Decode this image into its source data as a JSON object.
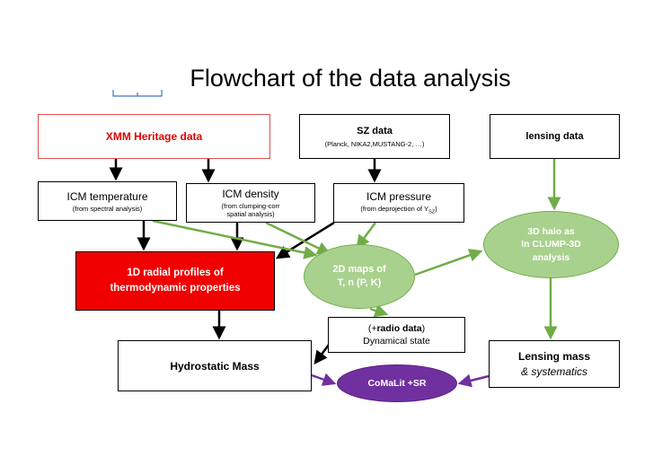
{
  "title": "Flowchart of the data analysis",
  "colors": {
    "red": "#f00000",
    "green_fill": "#a9d18e",
    "green_stroke": "#70ad47",
    "purple": "#7030a0",
    "black": "#000000"
  },
  "nodes": {
    "xmm": {
      "label": "XMM Heritage data"
    },
    "sz": {
      "label": "SZ data",
      "sub": "(Planck, NIKA2,MUSTANG-2, …)"
    },
    "lensing": {
      "label": "lensing data"
    },
    "icm_temperature": {
      "label": "ICM temperature",
      "sub": "(from spectral analysis)"
    },
    "icm_density": {
      "label": "ICM density",
      "sub1": "(from clumping-corr",
      "sub2": "spatial analysis)"
    },
    "icm_pressure": {
      "label": "ICM pressure",
      "sub": "(from deprojection of Y",
      "sub_sub": "SZ",
      "sub_end": ")"
    },
    "radial_profiles": {
      "line1": "1D radial profiles of",
      "line2": "thermodynamic  properties"
    },
    "maps_2d": {
      "line1": "2D maps of",
      "line2": "T, n (P, K)"
    },
    "halo_3d": {
      "line1": "3D halo as",
      "line2": "In CLUMP-3D",
      "line3": "analysis"
    },
    "radio": {
      "prefix": "(+",
      "bold": "radio data",
      "suffix": ")",
      "line2": "Dynamical state"
    },
    "hydrostatic": {
      "label": "Hydrostatic Mass"
    },
    "lensing_mass": {
      "line1": "Lensing mass",
      "line2": "& systematics"
    },
    "comalit": {
      "label": "CoMaLit +SR"
    }
  }
}
